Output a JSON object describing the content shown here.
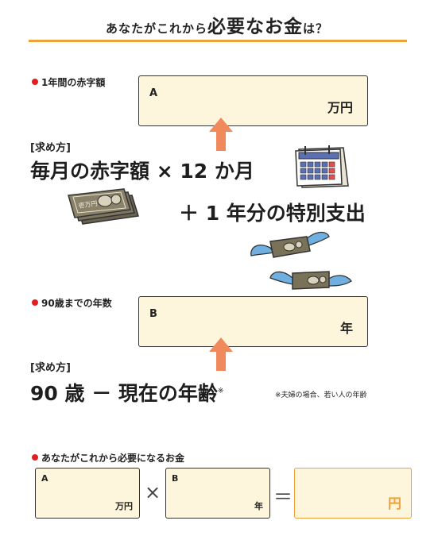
{
  "title": {
    "part1": "あなたがこれから",
    "part2": "必要なお金",
    "part3": "は？"
  },
  "section1": {
    "label": "1年間の赤字額",
    "box_letter": "A",
    "box_unit": "万円",
    "method_label": "[求め方]",
    "formula_line1": "毎月の赤字額 × 12 か月",
    "formula_line2": "＋ 1 年分の特別支出",
    "money_label": "壱万円"
  },
  "section2": {
    "label": "90歳までの年数",
    "box_letter": "B",
    "box_unit": "年",
    "method_label": "[求め方]",
    "formula": "90 歳 － 現在の年齢",
    "formula_mark": "※",
    "note": "※夫婦の場合、若い人の年齢"
  },
  "section3": {
    "label": "あなたがこれから必要になるお金",
    "box_a_letter": "A",
    "box_a_unit": "万円",
    "multiply": "×",
    "box_b_letter": "B",
    "box_b_unit": "年",
    "equals": "＝",
    "result_unit": "円"
  },
  "colors": {
    "accent": "#f0a23a",
    "arrow": "#f08a5d",
    "box_fill": "#fdf5dc",
    "bullet": "#e02020"
  },
  "icons": [
    "calendar-icon",
    "banknote-stack-icon",
    "flying-money-icon"
  ]
}
